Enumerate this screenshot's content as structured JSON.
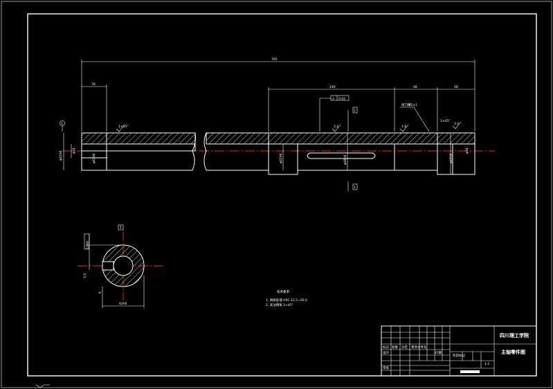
{
  "drawing": {
    "overall_length": "765",
    "left_end_width": "78",
    "key_section_length": "240",
    "mid_length": "48",
    "right_end_length": "48",
    "section_label_top": "1",
    "section_label_side": "1",
    "chamfer_left": "1×45°",
    "chamfer_right": "1×45°",
    "left_dia": "φ42h6",
    "left_bore": "φ34",
    "key_dia": "φ42h6",
    "mid_dia": "φ48h8",
    "right_dia": "φ42h6",
    "right_bore": "φ34",
    "gtol": "0.02",
    "roughness_a": "3.2",
    "roughness_b": "1.6",
    "roughness_c": "3.2",
    "groove_note": "退刀槽2×1",
    "section_cut_bottom": "1"
  },
  "section": {
    "label": "1",
    "key_depth": "5.5",
    "width_dim": "12N9",
    "dia_dim": "42h6",
    "small_dim": "6"
  },
  "notes": {
    "title": "技术要求",
    "line1": "1. 调质处理 HRC 22.5~26.0",
    "line2": "2. 未注倒角 1×45°"
  },
  "titleblock": {
    "school": "四川理工学院",
    "part_name": "主轴零件图",
    "material": "45钢",
    "scale": "1:1",
    "row_label_a": "标记",
    "row_label_b": "设计",
    "row_label_c": "审核",
    "col_label_a": "处数",
    "col_label_b": "分区",
    "col_label_c": "更改文件号",
    "stage_label": "阶段标记"
  }
}
